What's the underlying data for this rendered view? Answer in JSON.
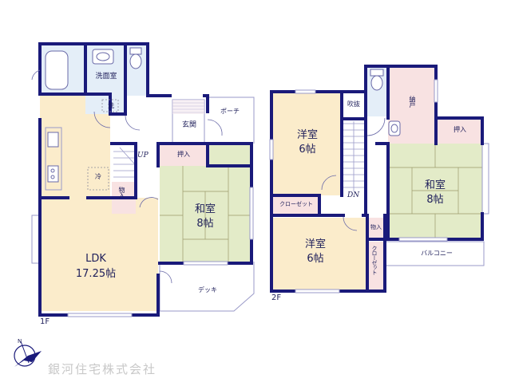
{
  "floors": {
    "first": {
      "label": "1F",
      "rooms": {
        "bathroom_dressing": "洗面室",
        "washer": "洗",
        "fridge": "冷",
        "storage": "物入",
        "entrance": "玄関",
        "porch": "ポーチ",
        "closet": "押入",
        "japanese_room": {
          "name": "和室",
          "size": "8帖"
        },
        "ldk": {
          "name": "LDK",
          "size": "17.25帖"
        },
        "deck": "デッキ"
      },
      "stairs_label": "UP"
    },
    "second": {
      "label": "2F",
      "rooms": {
        "western_room_1": {
          "name": "洋室",
          "size": "6帖"
        },
        "atrium": "吹抜",
        "closet_1": "クローゼット",
        "storeroom": "納戸",
        "oshiire": "押入",
        "japanese_room": {
          "name": "和室",
          "size": "8帖"
        },
        "western_room_2": {
          "name": "洋室",
          "size": "6帖"
        },
        "storage": "物入",
        "closet_2": "クローゼット",
        "balcony": "バルコニー"
      },
      "stairs_label": "DN"
    }
  },
  "compass": {
    "north_label": "N"
  },
  "company_name": "銀河住宅株式会社",
  "colors": {
    "wall": "#1a1a7a",
    "ldk_fill": "#fbeccb",
    "western_fill": "#fbeccb",
    "tatami_fill": "#e3ebc8",
    "closet_fill": "#f8e2e2",
    "wet_fill": "#e4eef8",
    "thin_line": "#9a9ac8"
  }
}
